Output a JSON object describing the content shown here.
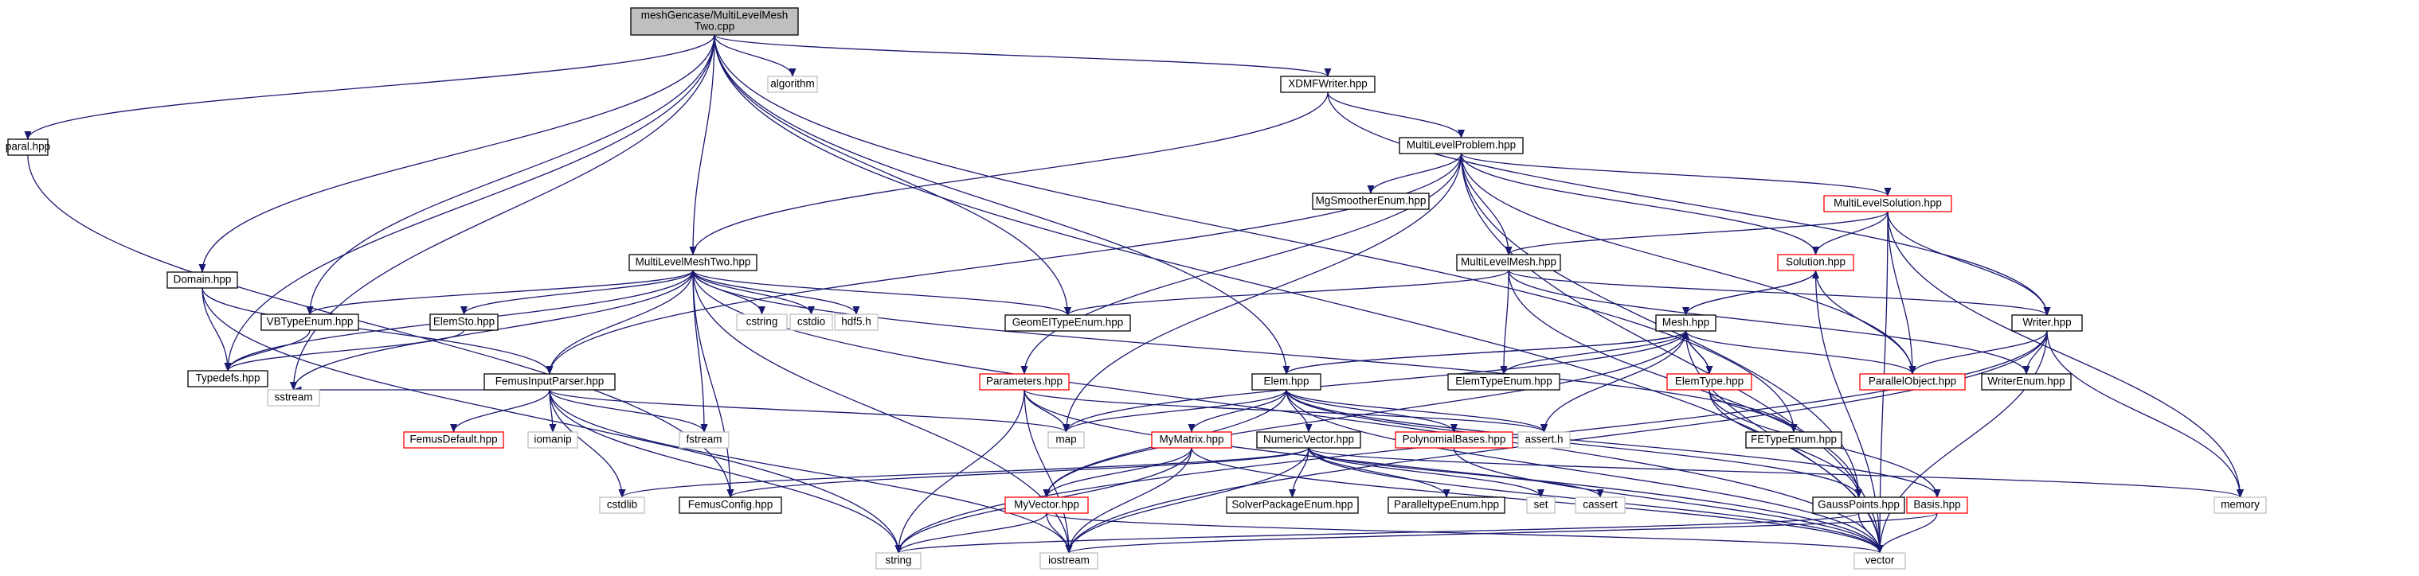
{
  "colors": {
    "edge": "#191970",
    "node_border_black": "#000000",
    "node_border_red": "#ff0000",
    "node_border_gray": "#bfbfbf",
    "root_fill": "#bfbfbf",
    "text": "#000000"
  },
  "legend_styles": {
    "root": "gray-filled node",
    "documented": "black border",
    "has_more": "red border",
    "external": "light gray border"
  },
  "graph": {
    "nodes": [
      {
        "id": "root",
        "lines": [
          "meshGencase/MultiLevelMesh",
          "Two.cpp"
        ],
        "style": "root"
      },
      {
        "id": "paral",
        "lines": [
          "paral.hpp"
        ],
        "style": "black"
      },
      {
        "id": "algorithm",
        "lines": [
          "algorithm"
        ],
        "style": "gray"
      },
      {
        "id": "xdmf",
        "lines": [
          "XDMFWriter.hpp"
        ],
        "style": "black"
      },
      {
        "id": "mlp",
        "lines": [
          "MultiLevelProblem.hpp"
        ],
        "style": "black"
      },
      {
        "id": "mgsmoother",
        "lines": [
          "MgSmootherEnum.hpp"
        ],
        "style": "black"
      },
      {
        "id": "mlsol",
        "lines": [
          "MultiLevelSolution.hpp"
        ],
        "style": "red"
      },
      {
        "id": "solution",
        "lines": [
          "Solution.hpp"
        ],
        "style": "red"
      },
      {
        "id": "mlmesh",
        "lines": [
          "MultiLevelMesh.hpp"
        ],
        "style": "black"
      },
      {
        "id": "mlmeshtwo",
        "lines": [
          "MultiLevelMeshTwo.hpp"
        ],
        "style": "black"
      },
      {
        "id": "domain",
        "lines": [
          "Domain.hpp"
        ],
        "style": "black"
      },
      {
        "id": "vbtype",
        "lines": [
          "VBTypeEnum.hpp"
        ],
        "style": "black"
      },
      {
        "id": "elemsto",
        "lines": [
          "ElemSto.hpp"
        ],
        "style": "black"
      },
      {
        "id": "cstring",
        "lines": [
          "cstring"
        ],
        "style": "gray"
      },
      {
        "id": "cstdio",
        "lines": [
          "cstdio"
        ],
        "style": "gray"
      },
      {
        "id": "hdf5",
        "lines": [
          "hdf5.h"
        ],
        "style": "gray"
      },
      {
        "id": "geomel",
        "lines": [
          "GeomElTypeEnum.hpp"
        ],
        "style": "black"
      },
      {
        "id": "writer",
        "lines": [
          "Writer.hpp"
        ],
        "style": "black"
      },
      {
        "id": "mesh",
        "lines": [
          "Mesh.hpp"
        ],
        "style": "black"
      },
      {
        "id": "typedefs",
        "lines": [
          "Typedefs.hpp"
        ],
        "style": "black"
      },
      {
        "id": "femusinput",
        "lines": [
          "FemusInputParser.hpp"
        ],
        "style": "black"
      },
      {
        "id": "parameters",
        "lines": [
          "Parameters.hpp"
        ],
        "style": "red"
      },
      {
        "id": "elem",
        "lines": [
          "Elem.hpp"
        ],
        "style": "black"
      },
      {
        "id": "elemtypeenum",
        "lines": [
          "ElemTypeEnum.hpp"
        ],
        "style": "black"
      },
      {
        "id": "elemtype",
        "lines": [
          "ElemType.hpp"
        ],
        "style": "red"
      },
      {
        "id": "parallelobj",
        "lines": [
          "ParallelObject.hpp"
        ],
        "style": "red"
      },
      {
        "id": "writerenum",
        "lines": [
          "WriterEnum.hpp"
        ],
        "style": "black"
      },
      {
        "id": "sstream",
        "lines": [
          "sstream"
        ],
        "style": "gray"
      },
      {
        "id": "femusdefault",
        "lines": [
          "FemusDefault.hpp"
        ],
        "style": "red"
      },
      {
        "id": "iomanip",
        "lines": [
          "iomanip"
        ],
        "style": "gray"
      },
      {
        "id": "fstream",
        "lines": [
          "fstream"
        ],
        "style": "gray"
      },
      {
        "id": "map",
        "lines": [
          "map"
        ],
        "style": "gray"
      },
      {
        "id": "asserth",
        "lines": [
          "assert.h"
        ],
        "style": "gray"
      },
      {
        "id": "fetype",
        "lines": [
          "FETypeEnum.hpp"
        ],
        "style": "black"
      },
      {
        "id": "mymatrix",
        "lines": [
          "MyMatrix.hpp"
        ],
        "style": "red"
      },
      {
        "id": "numvec",
        "lines": [
          "NumericVector.hpp"
        ],
        "style": "black"
      },
      {
        "id": "polybases",
        "lines": [
          "PolynomialBases.hpp"
        ],
        "style": "red"
      },
      {
        "id": "cstdlib",
        "lines": [
          "cstdlib"
        ],
        "style": "gray"
      },
      {
        "id": "femusconfig",
        "lines": [
          "FemusConfig.hpp"
        ],
        "style": "black"
      },
      {
        "id": "myvector",
        "lines": [
          "MyVector.hpp"
        ],
        "style": "red"
      },
      {
        "id": "solverpkg",
        "lines": [
          "SolverPackageEnum.hpp"
        ],
        "style": "black"
      },
      {
        "id": "paralleltype",
        "lines": [
          "ParalleltypeEnum.hpp"
        ],
        "style": "black"
      },
      {
        "id": "set",
        "lines": [
          "set"
        ],
        "style": "gray"
      },
      {
        "id": "cassert",
        "lines": [
          "cassert"
        ],
        "style": "gray"
      },
      {
        "id": "gausspoints",
        "lines": [
          "GaussPoints.hpp"
        ],
        "style": "black"
      },
      {
        "id": "basis",
        "lines": [
          "Basis.hpp"
        ],
        "style": "red"
      },
      {
        "id": "memory",
        "lines": [
          "memory"
        ],
        "style": "gray"
      },
      {
        "id": "string",
        "lines": [
          "string"
        ],
        "style": "gray"
      },
      {
        "id": "iostream",
        "lines": [
          "iostream"
        ],
        "style": "gray"
      },
      {
        "id": "vector",
        "lines": [
          "vector"
        ],
        "style": "gray"
      }
    ],
    "edges": [
      [
        "root",
        "paral"
      ],
      [
        "root",
        "algorithm"
      ],
      [
        "root",
        "xdmf"
      ],
      [
        "root",
        "mlmeshtwo"
      ],
      [
        "root",
        "domain"
      ],
      [
        "root",
        "vbtype"
      ],
      [
        "root",
        "typedefs"
      ],
      [
        "root",
        "geomel"
      ],
      [
        "root",
        "elem"
      ],
      [
        "root",
        "sstream"
      ],
      [
        "root",
        "fetype"
      ],
      [
        "root",
        "vector"
      ],
      [
        "paral",
        "femusconfig"
      ],
      [
        "xdmf",
        "mlp"
      ],
      [
        "xdmf",
        "mlmeshtwo"
      ],
      [
        "xdmf",
        "writer"
      ],
      [
        "mlp",
        "mgsmoother"
      ],
      [
        "mlp",
        "mlsol"
      ],
      [
        "mlp",
        "mlmesh"
      ],
      [
        "mlp",
        "solution"
      ],
      [
        "mlp",
        "parallelobj"
      ],
      [
        "mlp",
        "parameters"
      ],
      [
        "mlp",
        "femusinput"
      ],
      [
        "mlp",
        "map"
      ],
      [
        "mlp",
        "gausspoints"
      ],
      [
        "mlp",
        "vector"
      ],
      [
        "mlsol",
        "mlmesh"
      ],
      [
        "mlsol",
        "solution"
      ],
      [
        "mlsol",
        "parallelobj"
      ],
      [
        "mlsol",
        "writer"
      ],
      [
        "mlsol",
        "memory"
      ],
      [
        "mlsol",
        "vector"
      ],
      [
        "solution",
        "mesh"
      ],
      [
        "solution",
        "parallelobj"
      ],
      [
        "solution",
        "vector"
      ],
      [
        "mlmesh",
        "geomel"
      ],
      [
        "mlmesh",
        "elemtypeenum"
      ],
      [
        "mlmesh",
        "writerenum"
      ],
      [
        "mlmesh",
        "writer"
      ],
      [
        "mlmesh",
        "gausspoints"
      ],
      [
        "mlmeshtwo",
        "vbtype"
      ],
      [
        "mlmeshtwo",
        "elemsto"
      ],
      [
        "mlmeshtwo",
        "cstring"
      ],
      [
        "mlmeshtwo",
        "cstdio"
      ],
      [
        "mlmeshtwo",
        "hdf5"
      ],
      [
        "mlmeshtwo",
        "geomel"
      ],
      [
        "mlmeshtwo",
        "typedefs"
      ],
      [
        "mlmeshtwo",
        "femusinput"
      ],
      [
        "mlmeshtwo",
        "fstream"
      ],
      [
        "mlmeshtwo",
        "femusconfig"
      ],
      [
        "mlmeshtwo",
        "sstream"
      ],
      [
        "mlmeshtwo",
        "iostream"
      ],
      [
        "mlmeshtwo",
        "vector"
      ],
      [
        "mlmeshtwo",
        "fetype"
      ],
      [
        "domain",
        "typedefs"
      ],
      [
        "domain",
        "femusinput"
      ],
      [
        "domain",
        "string"
      ],
      [
        "elemsto",
        "typedefs"
      ],
      [
        "vbtype",
        "typedefs"
      ],
      [
        "femusinput",
        "sstream"
      ],
      [
        "femusinput",
        "femusdefault"
      ],
      [
        "femusinput",
        "iomanip"
      ],
      [
        "femusinput",
        "cstdlib"
      ],
      [
        "femusinput",
        "fstream"
      ],
      [
        "femusinput",
        "map"
      ],
      [
        "femusinput",
        "string"
      ],
      [
        "femusinput",
        "iostream"
      ],
      [
        "parameters",
        "map"
      ],
      [
        "parameters",
        "string"
      ],
      [
        "parameters",
        "iostream"
      ],
      [
        "parameters",
        "vector"
      ],
      [
        "parameters",
        "asserth"
      ],
      [
        "writer",
        "parallelobj"
      ],
      [
        "writer",
        "writerenum"
      ],
      [
        "writer",
        "memory"
      ],
      [
        "writer",
        "vector"
      ],
      [
        "writer",
        "iostream"
      ],
      [
        "writer",
        "string"
      ],
      [
        "mesh",
        "elem"
      ],
      [
        "mesh",
        "elemtypeenum"
      ],
      [
        "mesh",
        "elemtype"
      ],
      [
        "mesh",
        "parallelobj"
      ],
      [
        "mesh",
        "solution"
      ],
      [
        "mesh",
        "asserth"
      ],
      [
        "mesh",
        "map"
      ],
      [
        "mesh",
        "myvector"
      ],
      [
        "mesh",
        "vector"
      ],
      [
        "elem",
        "mesh"
      ],
      [
        "elem",
        "map"
      ],
      [
        "elem",
        "mymatrix"
      ],
      [
        "elem",
        "numvec"
      ],
      [
        "elem",
        "polybases"
      ],
      [
        "elem",
        "myvector"
      ],
      [
        "elem",
        "asserth"
      ],
      [
        "elem",
        "basis"
      ],
      [
        "elem",
        "gausspoints"
      ],
      [
        "elem",
        "vector"
      ],
      [
        "elemtype",
        "mesh"
      ],
      [
        "elemtype",
        "fetype"
      ],
      [
        "elemtype",
        "gausspoints"
      ],
      [
        "elemtype",
        "basis"
      ],
      [
        "mymatrix",
        "myvector"
      ],
      [
        "mymatrix",
        "iostream"
      ],
      [
        "mymatrix",
        "vector"
      ],
      [
        "mymatrix",
        "string"
      ],
      [
        "myvector",
        "iostream"
      ],
      [
        "myvector",
        "vector"
      ],
      [
        "myvector",
        "string"
      ],
      [
        "numvec",
        "femusconfig"
      ],
      [
        "numvec",
        "solverpkg"
      ],
      [
        "numvec",
        "paralleltype"
      ],
      [
        "numvec",
        "set"
      ],
      [
        "numvec",
        "cassert"
      ],
      [
        "numvec",
        "cstdlib"
      ],
      [
        "numvec",
        "iostream"
      ],
      [
        "numvec",
        "memory"
      ],
      [
        "numvec",
        "vector"
      ],
      [
        "polybases",
        "vector"
      ],
      [
        "gausspoints",
        "vector"
      ],
      [
        "gausspoints",
        "string"
      ],
      [
        "basis",
        "vector"
      ],
      [
        "basis",
        "iostream"
      ]
    ]
  }
}
